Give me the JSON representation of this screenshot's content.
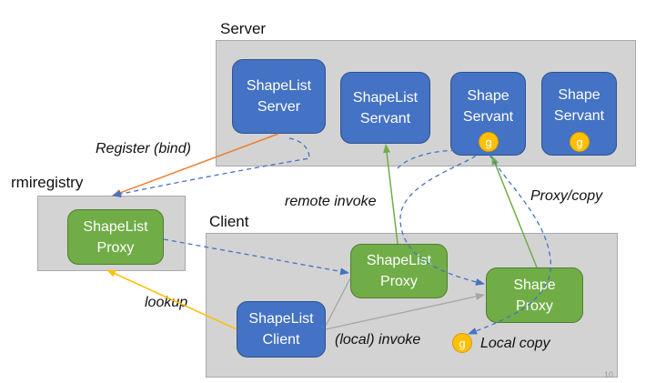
{
  "regions": {
    "server_title": "Server",
    "registry_title": "rmiregistry",
    "client_title": "Client"
  },
  "nodes": {
    "shapelist_server": "ShapeList\nServer",
    "shapelist_servant": "ShapeList\nServant",
    "shape_servant_1": "Shape\nServant",
    "shape_servant_2": "Shape\nServant",
    "registry_proxy": "ShapeList\nProxy",
    "client_shapelist_proxy": "ShapeList\nProxy",
    "client_shape_proxy": "Shape\nProxy",
    "shapelist_client": "ShapeList\nClient",
    "g_label": "g"
  },
  "edge_labels": {
    "register": "Register (bind)",
    "remote_invoke": "remote invoke",
    "proxy_copy": "Proxy/copy",
    "lookup": "lookup",
    "local_invoke": "(local) invoke",
    "local_copy": "Local copy"
  },
  "page_number": "10",
  "colors": {
    "region_fill": "#d3d3d3",
    "blue_node": "#4472c4",
    "green_node": "#70ad47",
    "orange_arrow": "#ed7d31",
    "yellow_arrow": "#ffc000",
    "dashed_blue": "#4472c4",
    "gray_line": "#a6a6a6",
    "green_arrow": "#70ad47"
  }
}
